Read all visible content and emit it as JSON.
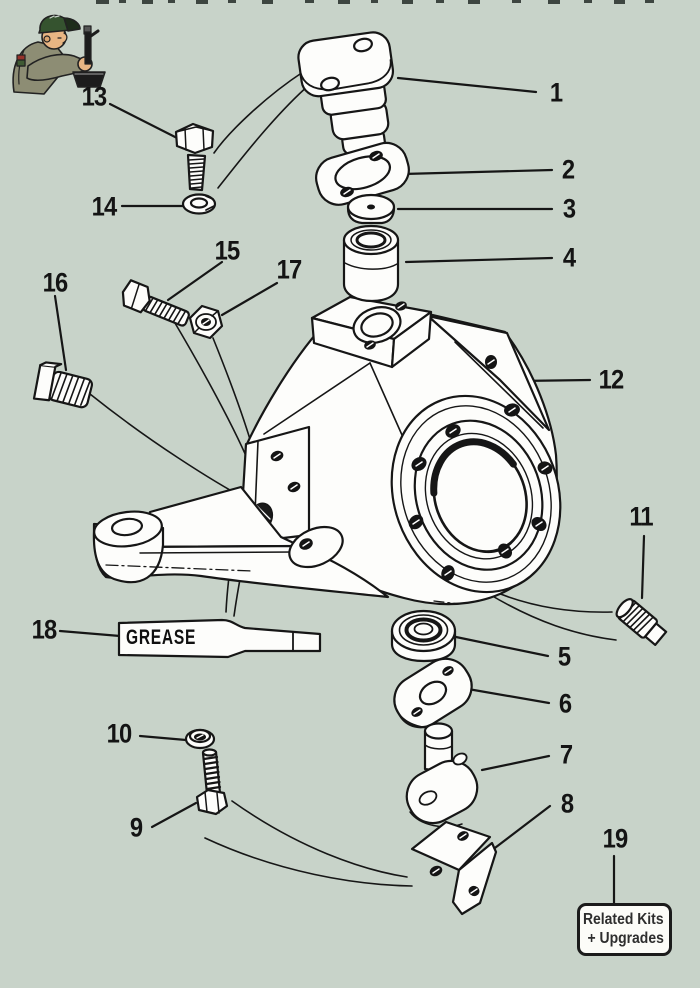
{
  "callouts": {
    "c1": "1",
    "c2": "2",
    "c3": "3",
    "c4": "4",
    "c5": "5",
    "c6": "6",
    "c7": "7",
    "c8": "8",
    "c9": "9",
    "c10": "10",
    "c11": "11",
    "c12": "12",
    "c13": "13",
    "c14": "14",
    "c15": "15",
    "c16": "16",
    "c17": "17",
    "c18": "18",
    "c19": "19"
  },
  "grease": {
    "label": "GREASE"
  },
  "badge": {
    "line1": "Related Kits",
    "line2": "+ Upgrades"
  },
  "colors": {
    "background": "#c8d3c9",
    "line": "#161616",
    "badge_border": "#1b1b1b",
    "badge_text": "#2e2e2e",
    "mechanic_cap_green": "#35532f",
    "mechanic_shirt_olive": "#8d8d74",
    "mechanic_skin": "#e8b583"
  }
}
